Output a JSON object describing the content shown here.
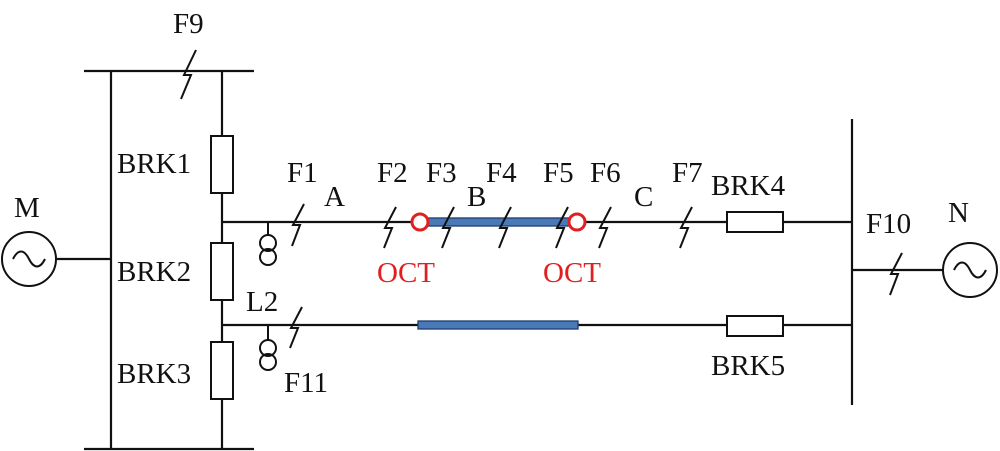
{
  "sources": {
    "left": "M",
    "right": "N"
  },
  "breakers": [
    "BRK1",
    "BRK2",
    "BRK3",
    "BRK4",
    "BRK5"
  ],
  "faults": [
    "F1",
    "F2",
    "F3",
    "F4",
    "F5",
    "F6",
    "F7",
    "F9",
    "F10",
    "F11"
  ],
  "points": {
    "a": "A",
    "b": "B",
    "c": "C"
  },
  "line2": "L2",
  "oct": {
    "left": "OCT",
    "right": "OCT"
  },
  "colors": {
    "cable": "#4a79b8",
    "oct": "#e02020",
    "line": "#111111"
  }
}
